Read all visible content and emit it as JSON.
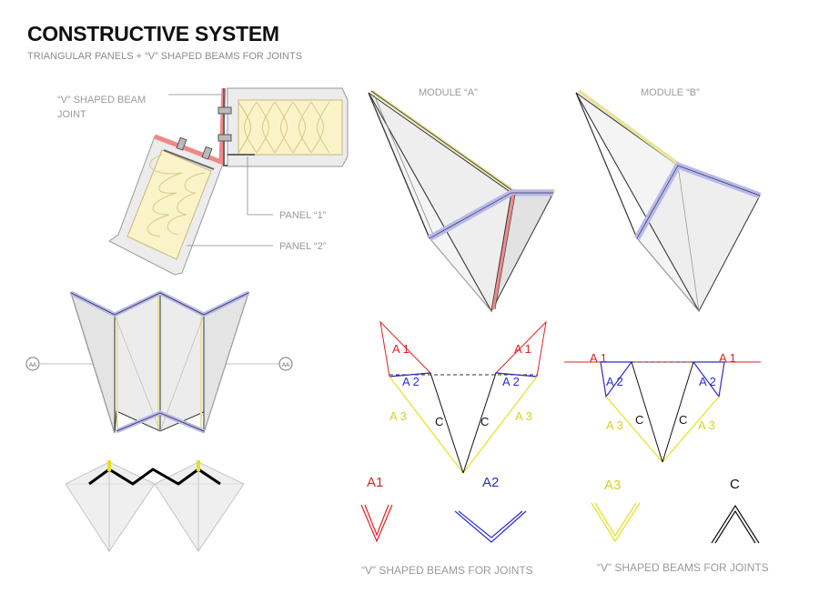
{
  "header": {
    "title": "CONSTRUCTIVE SYSTEM",
    "subtitle": "TRIANGULAR PANELS + “V” SHAPED BEAMS FOR JOINTS"
  },
  "detail": {
    "joint_label_line1": "“V” SHAPED BEAM",
    "joint_label_line2": "JOINT",
    "panel1_label": "PANEL “1”",
    "panel2_label": "PANEL “2”"
  },
  "modules": {
    "a_label": "MODULE  “A”",
    "b_label": "MODULE  “B”"
  },
  "section": {
    "marker_left": "AA",
    "marker_right": "AA"
  },
  "unfold_a": {
    "a1_left": "A 1",
    "a1_right": "A 1",
    "a2_left": "A 2",
    "a2_right": "A 2",
    "a3_left": "A 3",
    "a3_right": "A 3",
    "c_left": "C",
    "c_right": "C"
  },
  "unfold_b": {
    "a1_left": "A 1",
    "a1_right": "A 1",
    "a2_left": "A 2",
    "a2_right": "A 2",
    "a3_left": "A 3",
    "a3_right": "A 3",
    "c_left": "C",
    "c_right": "C"
  },
  "beams": {
    "a1": "A1",
    "a2": "A2",
    "a3": "A3",
    "c": "C",
    "caption_left": "“V” SHAPED BEAMS FOR JOINTS",
    "caption_right": "“V” SHAPED BEAMS FOR JOINTS"
  },
  "colors": {
    "a1": "#e02020",
    "a2": "#2c2cd0",
    "a3": "#e6e020",
    "c": "#111111",
    "beam_joint": "#f08080",
    "insulation": "#fbf3c8",
    "panel_fill": "#e8e8e8",
    "beam_blue": "#b8b8f0"
  }
}
